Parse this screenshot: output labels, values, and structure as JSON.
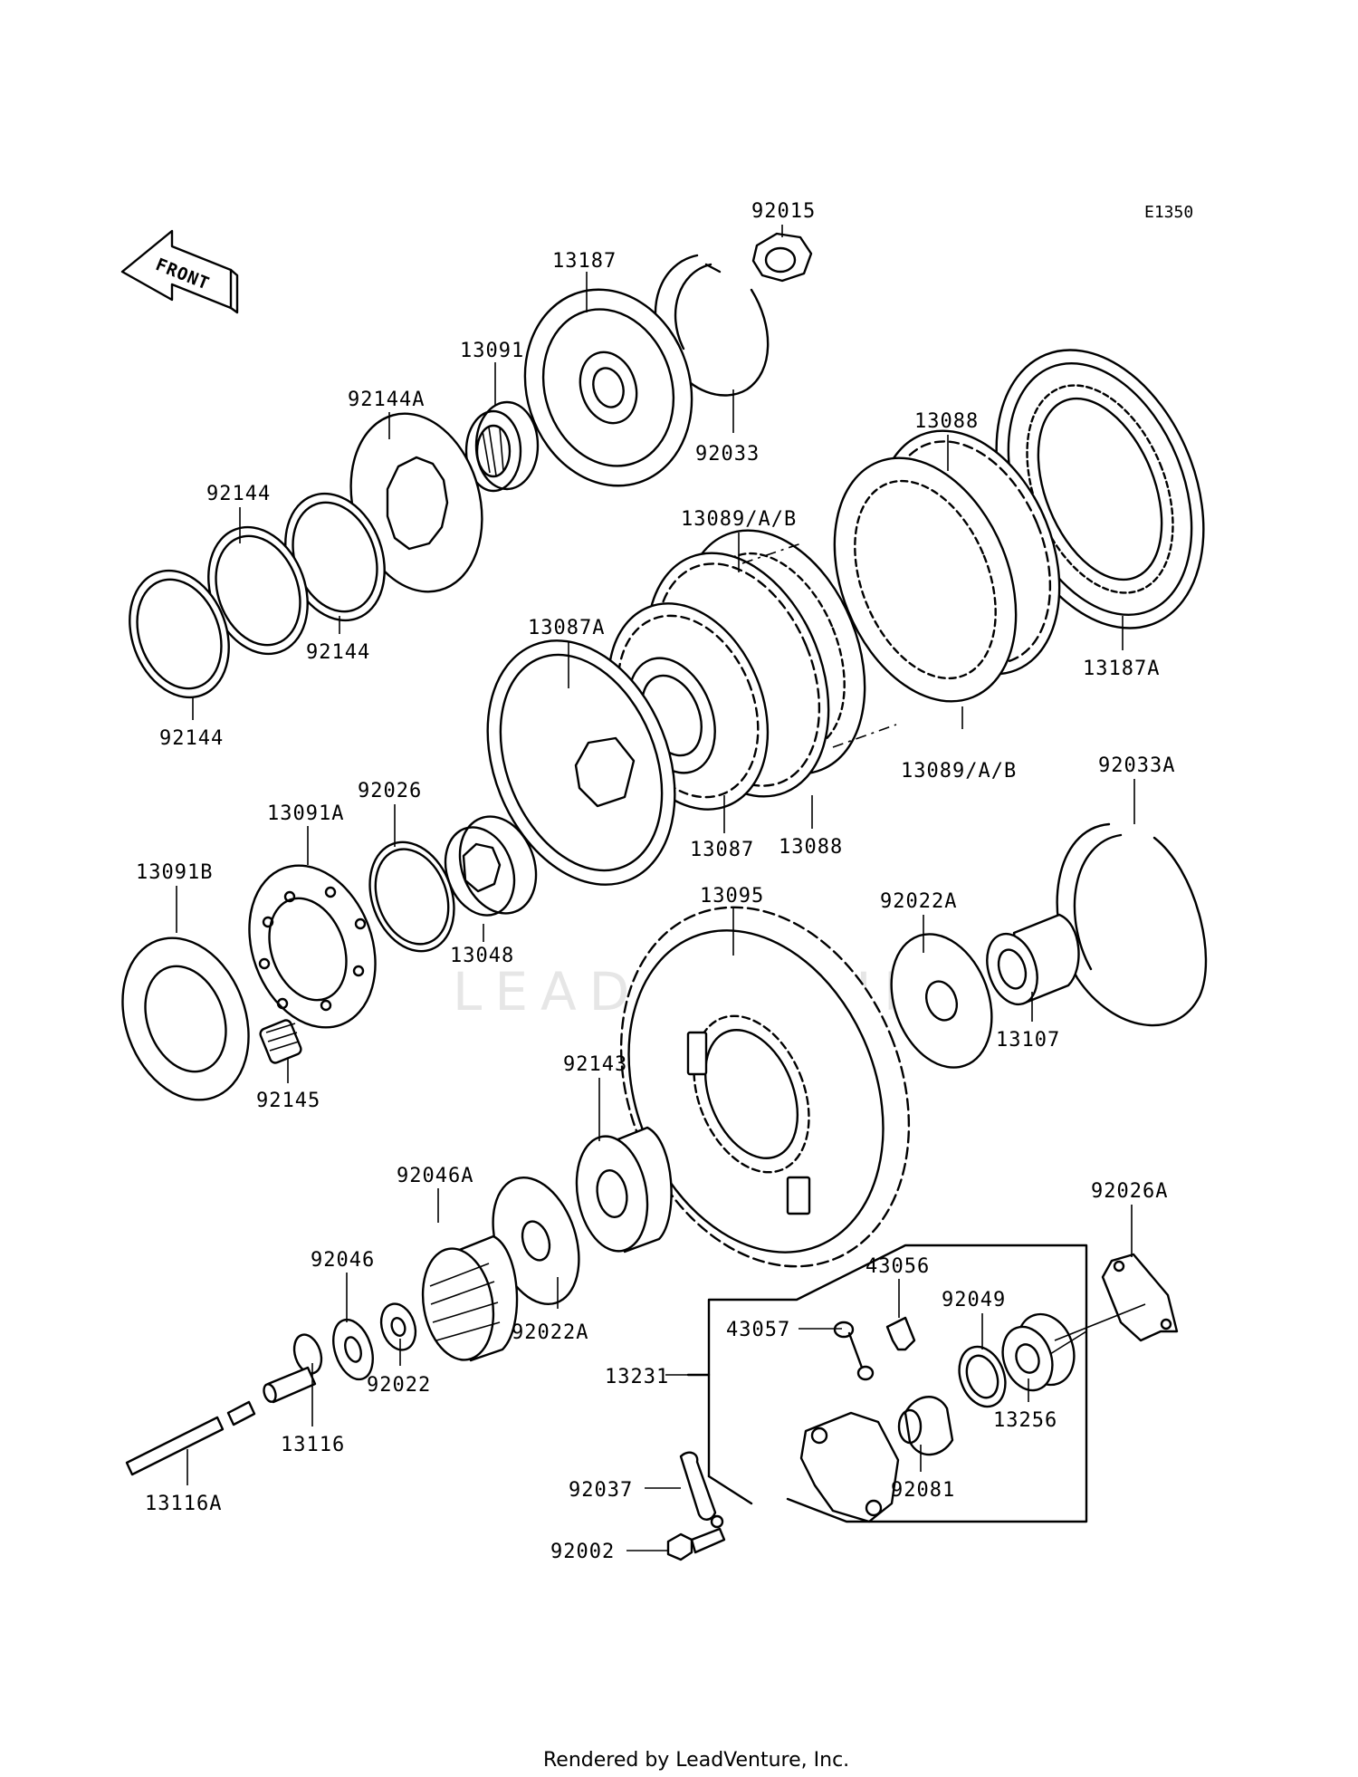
{
  "diagram_code": "E1350",
  "front_label": "FRONT",
  "watermark": "LEADVENTURE",
  "footer": "Rendered by LeadVenture, Inc.",
  "parts": [
    {
      "id": "p-92015",
      "label": "92015"
    },
    {
      "id": "p-13187",
      "label": "13187"
    },
    {
      "id": "p-13091",
      "label": "13091"
    },
    {
      "id": "p-92144A",
      "label": "92144A"
    },
    {
      "id": "p-92033",
      "label": "92033"
    },
    {
      "id": "p-92144-a",
      "label": "92144"
    },
    {
      "id": "p-92144-b",
      "label": "92144"
    },
    {
      "id": "p-92144-c",
      "label": "92144"
    },
    {
      "id": "p-13088-a",
      "label": "13088"
    },
    {
      "id": "p-13089-a",
      "label": "13089/A/B"
    },
    {
      "id": "p-13187A",
      "label": "13187A"
    },
    {
      "id": "p-13087A",
      "label": "13087A"
    },
    {
      "id": "p-13089-b",
      "label": "13089/A/B"
    },
    {
      "id": "p-92033A",
      "label": "92033A"
    },
    {
      "id": "p-13091A",
      "label": "13091A"
    },
    {
      "id": "p-92026",
      "label": "92026"
    },
    {
      "id": "p-13087",
      "label": "13087"
    },
    {
      "id": "p-13088-b",
      "label": "13088"
    },
    {
      "id": "p-13091B",
      "label": "13091B"
    },
    {
      "id": "p-13048",
      "label": "13048"
    },
    {
      "id": "p-13095",
      "label": "13095"
    },
    {
      "id": "p-92022A-a",
      "label": "92022A"
    },
    {
      "id": "p-13107",
      "label": "13107"
    },
    {
      "id": "p-92145",
      "label": "92145"
    },
    {
      "id": "p-92143",
      "label": "92143"
    },
    {
      "id": "p-92046A",
      "label": "92046A"
    },
    {
      "id": "p-92026A",
      "label": "92026A"
    },
    {
      "id": "p-92046",
      "label": "92046"
    },
    {
      "id": "p-43056",
      "label": "43056"
    },
    {
      "id": "p-92049",
      "label": "92049"
    },
    {
      "id": "p-92022A-b",
      "label": "92022A"
    },
    {
      "id": "p-43057",
      "label": "43057"
    },
    {
      "id": "p-92022",
      "label": "92022"
    },
    {
      "id": "p-13231",
      "label": "13231"
    },
    {
      "id": "p-13256",
      "label": "13256"
    },
    {
      "id": "p-13116",
      "label": "13116"
    },
    {
      "id": "p-92081",
      "label": "92081"
    },
    {
      "id": "p-92037",
      "label": "92037"
    },
    {
      "id": "p-13116A",
      "label": "13116A"
    },
    {
      "id": "p-92002",
      "label": "92002"
    }
  ]
}
